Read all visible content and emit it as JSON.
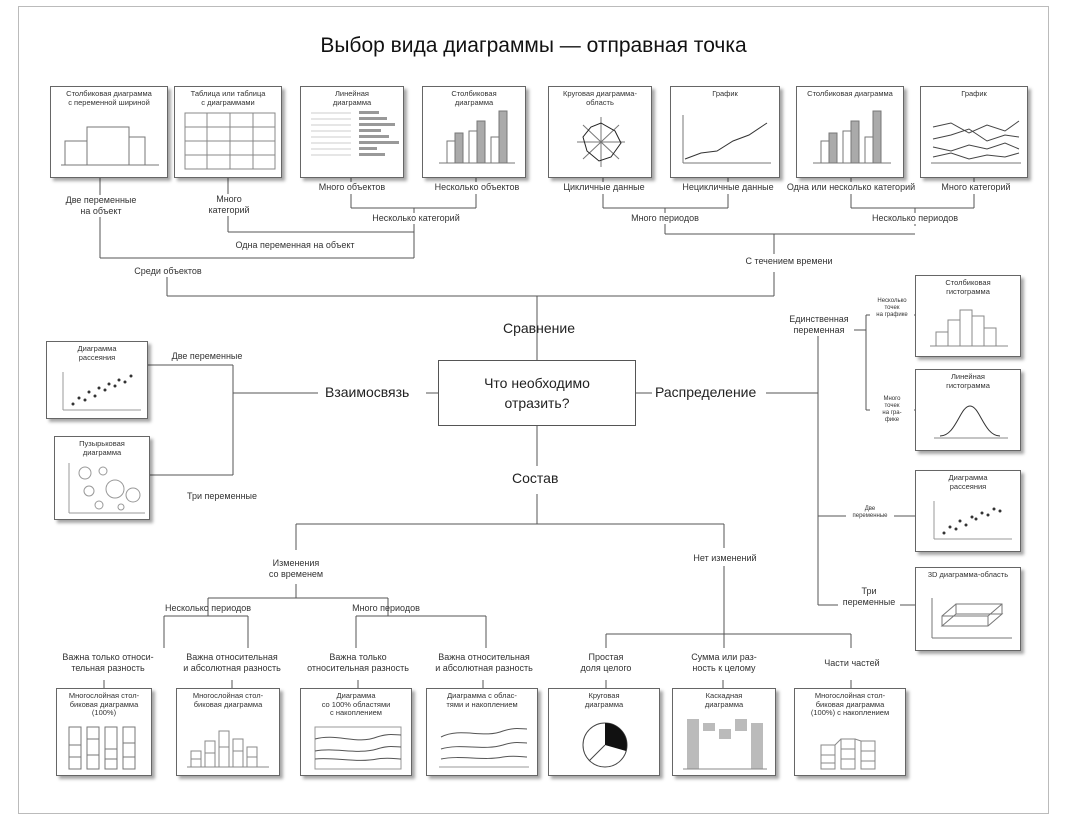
{
  "title": "Выбор вида диаграммы — отправная точка",
  "center": {
    "question": "Что необходимо\nотразить?"
  },
  "hubs": {
    "comparison": "Сравнение",
    "relationship": "Взаимосвязь",
    "distribution": "Распределение",
    "composition": "Состав"
  },
  "branch_labels": {
    "two_vars_per_object": "Две переменные\nна объект",
    "many_categories": "Много\nкатегорий",
    "many_objects": "Много объектов",
    "few_objects": "Несколько объектов",
    "few_categories": "Несколько категорий",
    "one_var_per_object": "Одна переменная на объект",
    "among_objects": "Среди объектов",
    "cyclic_data": "Цикличные данные",
    "noncyclic_data": "Нецикличные данные",
    "one_or_few_categories": "Одна или несколько категорий",
    "many_categories_time": "Много категорий",
    "many_periods": "Много периодов",
    "few_periods": "Несколько периодов",
    "over_time": "С течением времени",
    "rel_two_vars": "Две переменные",
    "rel_three_vars": "Три переменные",
    "single_variable": "Единственная\nпеременная",
    "few_points": "Несколько\nточек\nна графике",
    "many_points": "Много\nточек\nна гра-\nфике",
    "dist_two_vars": "Две\nпеременные",
    "dist_three_vars": "Три\nпеременные",
    "changing_over_time": "Изменения\nсо временем",
    "static": "Нет изменений",
    "comp_few_periods": "Несколько периодов",
    "comp_many_periods": "Много периодов",
    "relative_only_1": "Важна только относи-\nтельная разность",
    "relative_absolute_1": "Важна относительная\nи абсолютная разность",
    "relative_only_2": "Важна только\nотносительная разность",
    "relative_absolute_2": "Важна относительная\nи абсолютная разность",
    "simple_share": "Простая\nдоля целого",
    "accumulation": "Сумма или раз-\nность к целому",
    "components_of_components": "Части частей"
  },
  "cards": {
    "variable_width_bar": "Столбиковая диаграмма\nс переменной шириной",
    "table_embedded": "Таблица или таблица\nс диаграммами",
    "bar_horizontal": "Линейная\nдиаграмма",
    "column_few": "Столбиковая\nдиаграмма",
    "radar": "Круговая диаграмма-\nобласть",
    "line_noncyclic": "График",
    "column_time": "Столбиковая диаграмма",
    "line_many": "График",
    "scatter_rel": "Диаграмма\nрассеяния",
    "bubble": "Пузырьковая\nдиаграмма",
    "histogram_column": "Столбиковая\nгистограмма",
    "histogram_line": "Линейная\nгистограмма",
    "scatter_dist": "Диаграмма\nрассеяния",
    "area_3d": "3D диаграмма-область",
    "stacked_100": "Многослойная стол-\nбиковая диаграмма\n(100%)",
    "stacked_column": "Многослойная стол-\nбиковая диаграмма",
    "stacked_area_100": "Диаграмма\nсо 100% областями\nс накоплением",
    "stacked_area": "Диаграмма с облас-\nтями и накоплением",
    "pie": "Круговая\nдиаграмма",
    "waterfall": "Каскадная\nдиаграмма",
    "stacked_100_subcomponents": "Многослойная стол-\nбиковая диаграмма\n(100%) с накоплением"
  },
  "colors": {
    "line": "#555555",
    "bar_gray": "#b3b3b3",
    "dark": "#222222",
    "frame": "#bbbbbb"
  }
}
